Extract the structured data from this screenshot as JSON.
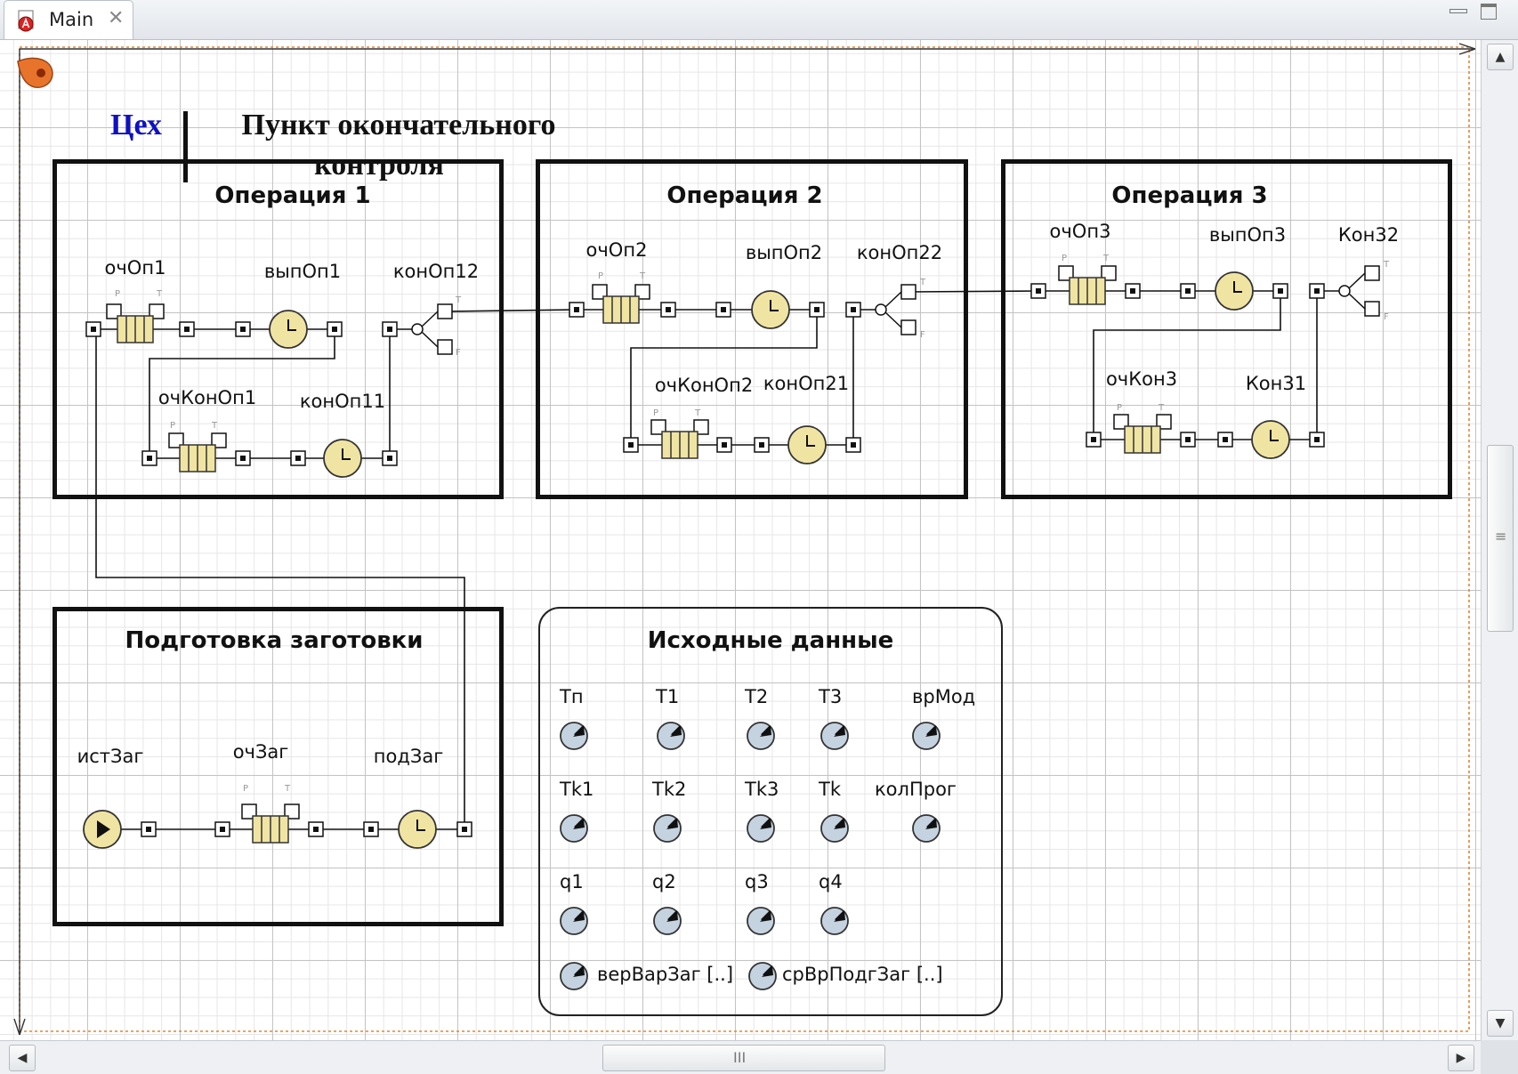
{
  "window": {
    "tab_label": "Main",
    "tab_close": "✕"
  },
  "canvas": {
    "shop_title": "Цех",
    "title_line1": "Пункт окончательного",
    "title_line2": "контроля",
    "gate_labels": {
      "port_p": "P",
      "port_t": "T",
      "select_t": "T",
      "select_f": "F"
    },
    "op1": {
      "title": "Операция 1",
      "queue": "очОп1",
      "delay": "выпОп1",
      "select": "конОп12",
      "ctrl_queue": "очКонОп1",
      "ctrl_delay": "конОп11"
    },
    "op2": {
      "title": "Операция 2",
      "queue": "очОп2",
      "delay": "выпОп2",
      "select": "конОп22",
      "ctrl_queue": "очКонОп2",
      "ctrl_delay": "конОп21"
    },
    "op3": {
      "title": "Операция 3",
      "queue": "очОп3",
      "delay": "выпОп3",
      "select": "Кон32",
      "ctrl_queue": "очКон3",
      "ctrl_delay": "Кон31"
    },
    "prep": {
      "title": "Подготовка заготовки",
      "source": "истЗаг",
      "queue": "очЗаг",
      "delay": "подЗаг"
    },
    "data": {
      "title": "Исходные данные",
      "row1": [
        "Tп",
        "T1",
        "T2",
        "T3",
        "врМод"
      ],
      "row2": [
        "Tk1",
        "Tk2",
        "Tk3",
        "Tk",
        "колПрог"
      ],
      "row3": [
        "q1",
        "q2",
        "q3",
        "q4"
      ],
      "row4": [
        "верВарЗаг [..]",
        "срВрПодгЗаг [..]"
      ]
    }
  },
  "scroll": {
    "up": "▲",
    "down": "▼",
    "left": "◀",
    "right": "▶",
    "grip_v": "≡",
    "grip_h": "III"
  },
  "colors": {
    "block_fill": "#f0e4a2",
    "block_stroke": "#333333",
    "param_fill": "#c5d3e0",
    "title_blue": "#1010c0",
    "model_border": "#e8832a",
    "canvas_marker": "#e8742c"
  }
}
